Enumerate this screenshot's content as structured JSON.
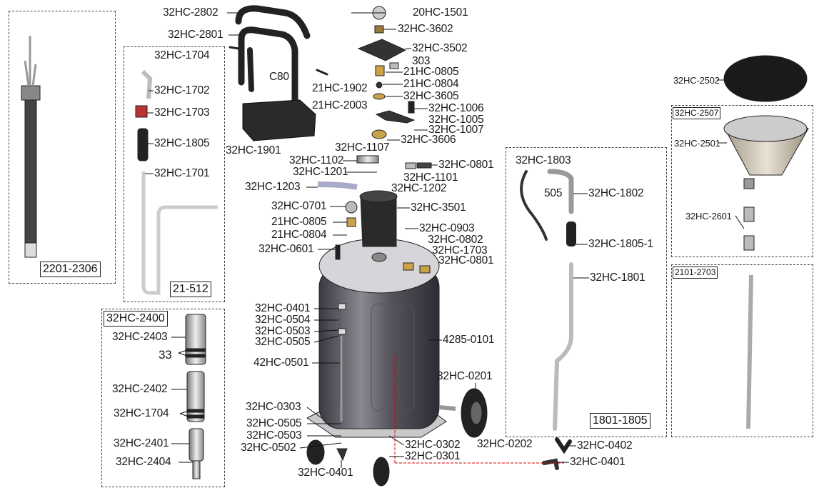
{
  "title": "Oil drainer exploded parts diagram",
  "parts": [
    "32HC-2802",
    "32HC-2801",
    "C80",
    "21HC-1902",
    "21HC-2003",
    "32HC-1901",
    "20HC-1501",
    "32HC-3602",
    "32HC-3502",
    "303",
    "21HC-0805",
    "21HC-0804",
    "32HC-3605",
    "32HC-1006",
    "32HC-1005",
    "32HC-1007",
    "32HC-3606",
    "32HC-1107",
    "32HC-1102",
    "32HC-0801",
    "32HC-1201",
    "32HC-1101",
    "32HC-1203",
    "32HC-1202",
    "32HC-0701",
    "32HC-3501",
    "21HC-0805",
    "32HC-0903",
    "21HC-0804",
    "32HC-0802",
    "32HC-0601",
    "32HC-1703",
    "32HC-0801",
    "32HC-0401",
    "32HC-0504",
    "32HC-0503",
    "32HC-0505",
    "4285-0101",
    "42HC-0501",
    "32HC-0201",
    "32HC-0303",
    "32HC-0505",
    "32HC-0503",
    "32HC-0502",
    "32HC-0302",
    "32HC-0301",
    "32HC-0202",
    "32HC-0401",
    "32HC-0402",
    "32HC-0401",
    "32HC-1803",
    "505",
    "32HC-1802",
    "32HC-1805-1",
    "32HC-1801",
    "32HC-1704",
    "32HC-1702",
    "32HC-1703",
    "32HC-1805",
    "32HC-1701",
    "32HC-2403",
    "33",
    "32HC-2402",
    "32HC-1704",
    "32HC-2401",
    "32HC-2404",
    "32HC-2502",
    "32HC-2501",
    "32HC-2601"
  ],
  "groups": {
    "g2201": "2201-2306",
    "g21512": "21-512",
    "g2400": "32HC-2400",
    "g1801": "1801-1805",
    "g2507": "32HC-2507",
    "g2101": "2101-2703"
  }
}
